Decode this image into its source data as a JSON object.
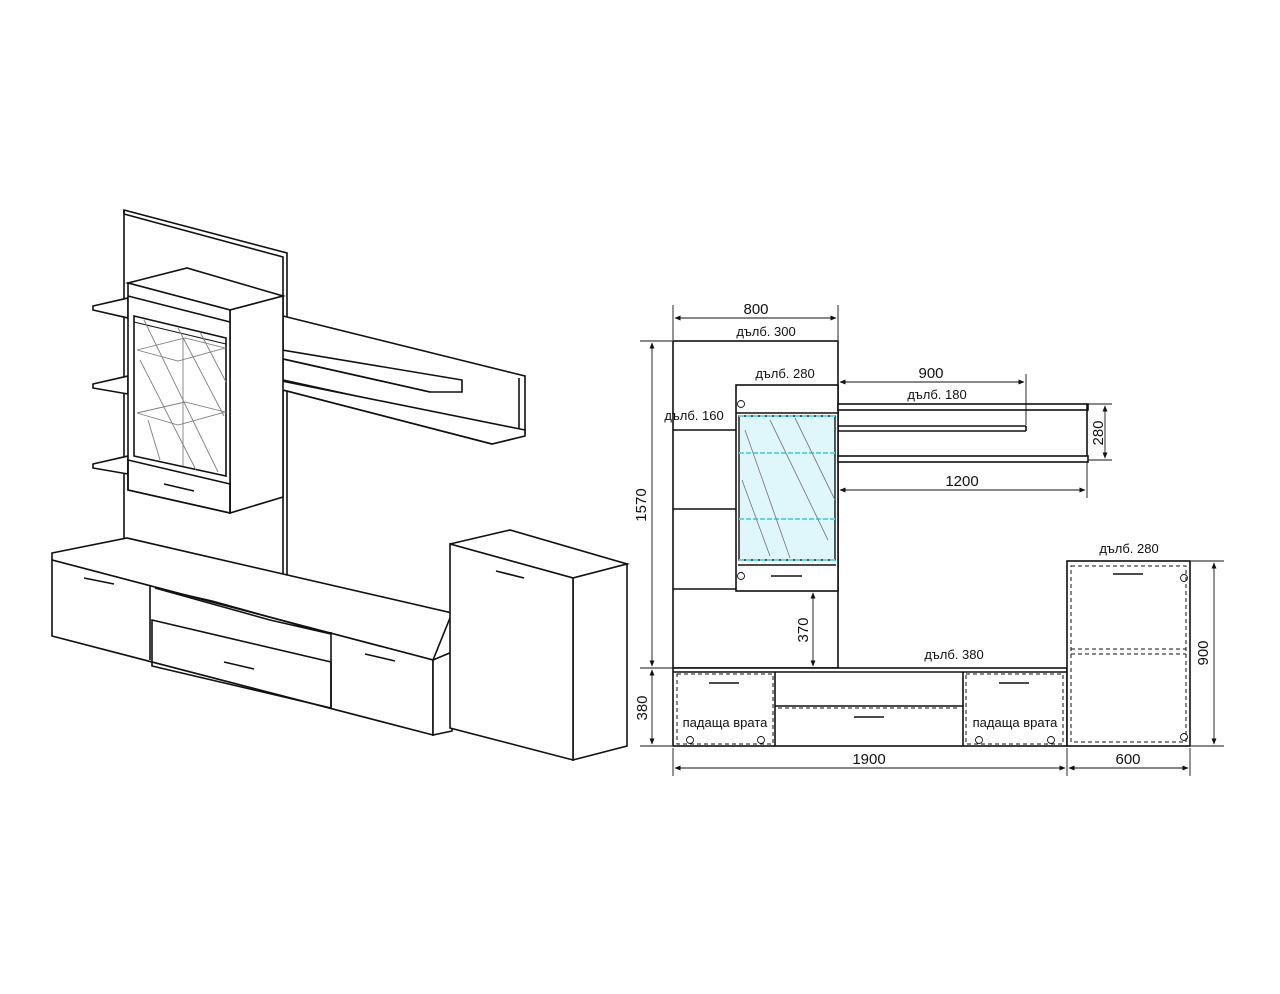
{
  "front_view": {
    "dims": {
      "top_width": "800",
      "depth_back_panel": "дълб. 300",
      "depth_wall_cabinet": "дълб. 280",
      "shelf_length": "900",
      "depth_long_shelf": "дълб. 180",
      "depth_side_shelves": "дълб. 160",
      "shelf_gap": "280",
      "lower_shelf_length": "1200",
      "total_height": "1570",
      "cabinet_gap": "370",
      "depth_tv_unit": "дълб. 380",
      "tv_unit_height": "380",
      "tv_unit_width": "1900",
      "side_cabinet_width": "600",
      "depth_side_cabinet": "дълб. 280",
      "side_cabinet_height": "900"
    },
    "labels": {
      "drop_door_left": "падаща врата",
      "drop_door_right": "падаща врата"
    }
  },
  "colors": {
    "line": "#111111",
    "led_strip": "#5fd6e2",
    "glass_tint": "#dff7fa"
  }
}
